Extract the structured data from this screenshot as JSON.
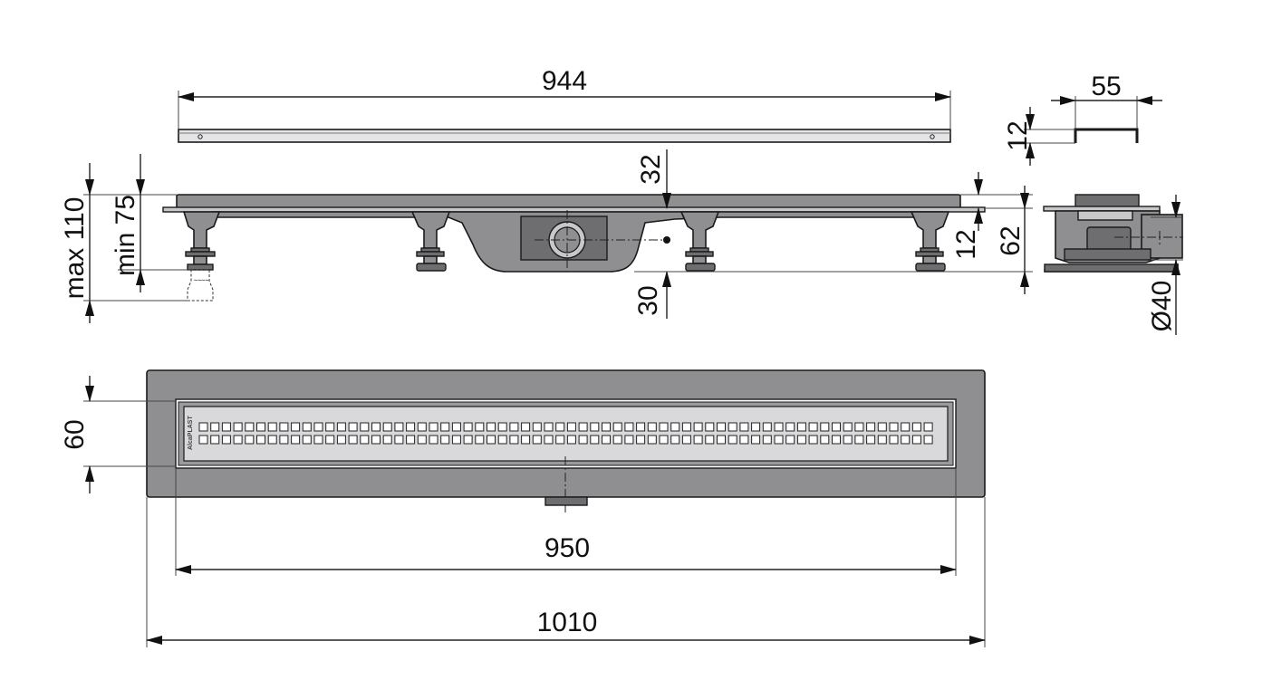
{
  "dimensions": {
    "grate_length": "944",
    "grate_depth_32": "32",
    "profile_width": "55",
    "profile_height": "12",
    "max_height": "max 110",
    "min_height": "min 75",
    "leg_12": "12",
    "height_62": "62",
    "outlet_30": "30",
    "outlet_diameter": "Ø40",
    "channel_width": "60",
    "inner_length": "950",
    "total_length": "1010"
  },
  "logo": "AlcaPLAST",
  "colors": {
    "body": "#8f8f91",
    "grate": "#d9d9db",
    "line": "#222222"
  }
}
